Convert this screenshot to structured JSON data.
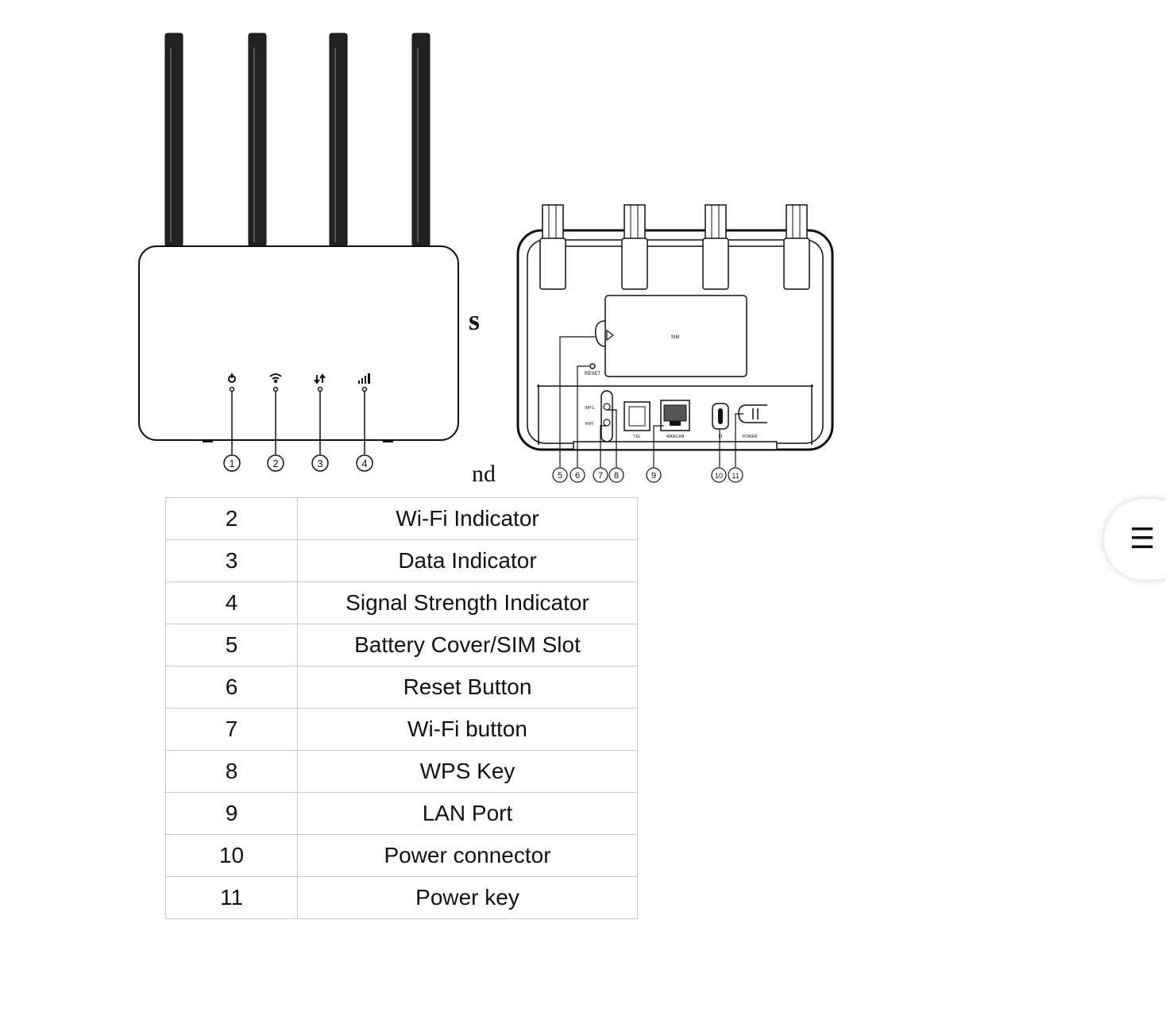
{
  "fragments": {
    "top": "",
    "mid": "s",
    "low": "nd"
  },
  "diagram": {
    "front_callouts": [
      "①",
      "②",
      "③",
      "④"
    ],
    "back_callouts": [
      "⑤",
      "⑥",
      "⑦",
      "⑧",
      "⑨",
      "⑩",
      "⑪"
    ],
    "back_labels": {
      "sim": "SIM",
      "reset": "RESET",
      "wps": "WPS",
      "wifi": "WIFI",
      "tel": "TEL",
      "wanlan": "WAN/LAN",
      "power_connector": "O",
      "power": "POWER"
    }
  },
  "parts_table": {
    "rows": [
      {
        "number": "2",
        "name": "Wi-Fi Indicator"
      },
      {
        "number": "3",
        "name": "Data Indicator"
      },
      {
        "number": "4",
        "name": "Signal Strength Indicator"
      },
      {
        "number": "5",
        "name": "Battery Cover/SIM Slot"
      },
      {
        "number": "6",
        "name": "Reset Button"
      },
      {
        "number": "7",
        "name": "Wi-Fi button"
      },
      {
        "number": "8",
        "name": "WPS Key"
      },
      {
        "number": "9",
        "name": "LAN Port"
      },
      {
        "number": "10",
        "name": "Power connector"
      },
      {
        "number": "11",
        "name": "Power key"
      }
    ]
  },
  "menu_button": {
    "icon": "menu-icon",
    "glyph": "☰"
  }
}
